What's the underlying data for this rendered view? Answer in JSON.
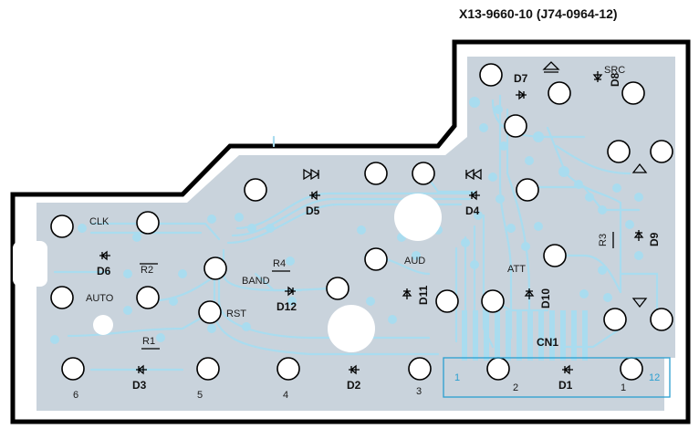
{
  "title": "X13-9660-10 (J74-0964-12)",
  "colors": {
    "board": "#c9d3dc",
    "trace": "#a9dcef",
    "outline": "#000000",
    "connector_box": "#2a9fd0",
    "pad": "#ffffff"
  },
  "labels": {
    "src": "SRC",
    "clk": "CLK",
    "auto": "AUTO",
    "band": "BAND",
    "rst": "RST",
    "aud": "AUD",
    "att": "ATT",
    "cn1": "CN1"
  },
  "components": {
    "d1": "D1",
    "d2": "D2",
    "d3": "D3",
    "d4": "D4",
    "d5": "D5",
    "d6": "D6",
    "d7": "D7",
    "d8": "D8",
    "d9": "D9",
    "d10": "D10",
    "d11": "D11",
    "d12": "D12",
    "r1": "R1",
    "r2": "R2",
    "r3": "R3",
    "r4": "R4"
  },
  "pins": {
    "p1": "1",
    "p2": "2",
    "p3": "3",
    "p4": "4",
    "p5": "5",
    "p6": "6",
    "cn_start": "1",
    "cn_end": "12"
  }
}
